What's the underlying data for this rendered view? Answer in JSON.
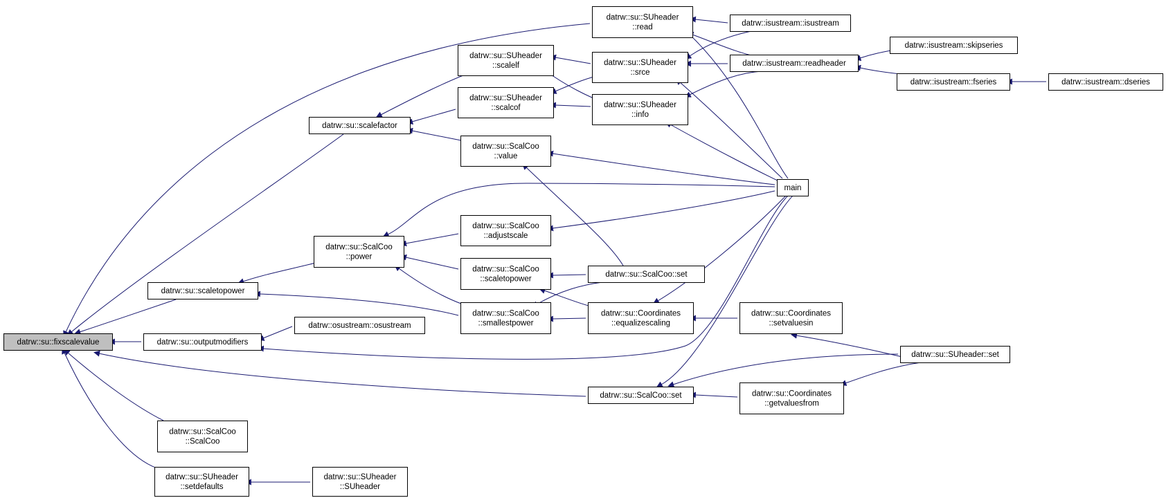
{
  "graph": {
    "edge_color": "#191970",
    "root_fill": "#bfbfbf",
    "nodes": [
      {
        "id": "fixscalevalue",
        "lines": [
          "datrw::su::fixscalevalue"
        ],
        "root": true
      },
      {
        "id": "read",
        "lines": [
          "datrw::su::SUheader",
          "::read"
        ]
      },
      {
        "id": "isustream",
        "lines": [
          "datrw::isustream::isustream"
        ]
      },
      {
        "id": "scalefactor",
        "lines": [
          "datrw::su::scalefactor"
        ]
      },
      {
        "id": "scalelf",
        "lines": [
          "datrw::su::SUheader",
          "::scalelf"
        ]
      },
      {
        "id": "srce",
        "lines": [
          "datrw::su::SUheader",
          "::srce"
        ]
      },
      {
        "id": "readheader",
        "lines": [
          "datrw::isustream::readheader"
        ]
      },
      {
        "id": "skipseries",
        "lines": [
          "datrw::isustream::skipseries"
        ]
      },
      {
        "id": "fseries",
        "lines": [
          "datrw::isustream::fseries"
        ]
      },
      {
        "id": "dseries",
        "lines": [
          "datrw::isustream::dseries"
        ]
      },
      {
        "id": "scalcof",
        "lines": [
          "datrw::su::SUheader",
          "::scalcof"
        ]
      },
      {
        "id": "info",
        "lines": [
          "datrw::su::SUheader",
          "::info"
        ]
      },
      {
        "id": "value",
        "lines": [
          "datrw::su::ScalCoo",
          "::value"
        ]
      },
      {
        "id": "main",
        "lines": [
          "main"
        ]
      },
      {
        "id": "power",
        "lines": [
          "datrw::su::ScalCoo",
          "::power"
        ]
      },
      {
        "id": "adjustscale",
        "lines": [
          "datrw::su::ScalCoo",
          "::adjustscale"
        ]
      },
      {
        "id": "scaletopower",
        "lines": [
          "datrw::su::scaletopower"
        ]
      },
      {
        "id": "sc_scaletopower",
        "lines": [
          "datrw::su::ScalCoo",
          "::scaletopower"
        ]
      },
      {
        "id": "sc_set_upper",
        "lines": [
          "datrw::su::ScalCoo::set"
        ]
      },
      {
        "id": "smallestpower",
        "lines": [
          "datrw::su::ScalCoo",
          "::smallestpower"
        ]
      },
      {
        "id": "equalizescaling",
        "lines": [
          "datrw::su::Coordinates",
          "::equalizescaling"
        ]
      },
      {
        "id": "setvaluesin",
        "lines": [
          "datrw::su::Coordinates",
          "::setvaluesin"
        ]
      },
      {
        "id": "osustream",
        "lines": [
          "datrw::osustream::osustream"
        ]
      },
      {
        "id": "outputmodifiers",
        "lines": [
          "datrw::su::outputmodifiers"
        ]
      },
      {
        "id": "suheader_set",
        "lines": [
          "datrw::su::SUheader::set"
        ]
      },
      {
        "id": "sc_set_lower",
        "lines": [
          "datrw::su::ScalCoo::set"
        ]
      },
      {
        "id": "getvaluesfrom",
        "lines": [
          "datrw::su::Coordinates",
          "::getvaluesfrom"
        ]
      },
      {
        "id": "scalcoo_ctor",
        "lines": [
          "datrw::su::ScalCoo",
          "::ScalCoo"
        ]
      },
      {
        "id": "setdefaults",
        "lines": [
          "datrw::su::SUheader",
          "::setdefaults"
        ]
      },
      {
        "id": "suheader_ctor",
        "lines": [
          "datrw::su::SUheader",
          "::SUheader"
        ]
      }
    ]
  }
}
